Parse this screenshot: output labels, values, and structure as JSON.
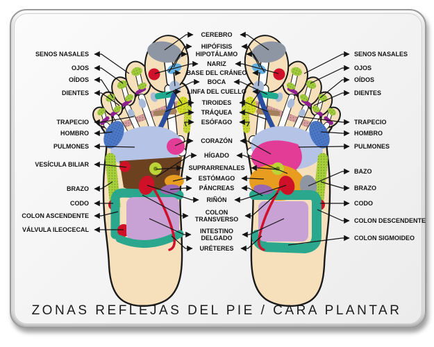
{
  "title": "ZONAS REFLEJAS DEL PIE / CARA PLANTAR",
  "left_labels": [
    {
      "text": "SENOS NASALES"
    },
    {
      "text": "OJOS"
    },
    {
      "text": "OÍDOS"
    },
    {
      "text": "DIENTES"
    },
    {
      "text": "TRAPECIO"
    },
    {
      "text": "HOMBRO"
    },
    {
      "text": "PULMONES"
    },
    {
      "text": "VESÍCULA BILIAR"
    },
    {
      "text": "BRAZO"
    },
    {
      "text": "CODO"
    },
    {
      "text": "COLON ASCENDENTE"
    },
    {
      "text": "VÁLVULA ILEOCECAL"
    }
  ],
  "center_labels": [
    {
      "text": "CEREBRO"
    },
    {
      "text": "HIPÓFISIS"
    },
    {
      "text": "HIPOTÁLAMO"
    },
    {
      "text": "NARIZ"
    },
    {
      "text": "BASE DEL CRÁNEO"
    },
    {
      "text": "BOCA"
    },
    {
      "text": "LINFA DEL CUELLO"
    },
    {
      "text": "TIROIDES"
    },
    {
      "text": "TRÁQUEA"
    },
    {
      "text": "ESÓFAGO"
    },
    {
      "text": "CORAZÓN"
    },
    {
      "text": "HÍGADO"
    },
    {
      "text": "SUPRARRENALES"
    },
    {
      "text": "ESTÓMAGO"
    },
    {
      "text": "PÁNCREAS"
    },
    {
      "text": "RIÑÓN"
    },
    {
      "l1": "COLON",
      "l2": "TRANSVERSO"
    },
    {
      "l1": "INTESTINO",
      "l2": "DELGADO"
    },
    {
      "text": "URÉTERES"
    }
  ],
  "right_labels": [
    {
      "text": "SENOS NASALES"
    },
    {
      "text": "OJOS"
    },
    {
      "text": "OÍDOS"
    },
    {
      "text": "DIENTES"
    },
    {
      "text": "TRAPECIO"
    },
    {
      "text": "HOMBRO"
    },
    {
      "text": "PULMONES"
    },
    {
      "text": "BAZO"
    },
    {
      "text": "BRAZO"
    },
    {
      "text": "CODO"
    },
    {
      "text": "COLON DESCENDENTE"
    },
    {
      "text": "COLON SIGMOIDEO"
    }
  ],
  "colors": {
    "skin": "#F6E0BC",
    "outline": "#1a1a1a",
    "bone": "#FFFFFF",
    "cerebro": "#8E96A3",
    "hipofisis": "#62AEE0",
    "nariz": "#D0112B",
    "base_craneo": "#A9BAD9",
    "boca": "#1FA98E",
    "linfa": "#D6DE23",
    "tiroides": "#A5805C",
    "traquea": "#2B4C9F",
    "esofago": "#C8D832",
    "dientes": "#8E1F8E",
    "senos": "#9FCB3B",
    "trapecio": "#D49C9C",
    "hombro": "#4B77C8",
    "pulmones": "#B5C3E7",
    "corazon": "#E23C96",
    "higado": "#6B4120",
    "vesicula": "#CE1126",
    "suprarrenales": "#BCD437",
    "estomago": "#E89D20",
    "pancreas": "#9A68B0",
    "rinon": "#CE1126",
    "colon": "#2AA78C",
    "intestino": "#C8A2D4",
    "brazo": "#A6CE39",
    "codo": "#CE1126",
    "valvula": "#CE1126",
    "bazo": "#8E96A3",
    "ureteres": "#D0112B"
  }
}
